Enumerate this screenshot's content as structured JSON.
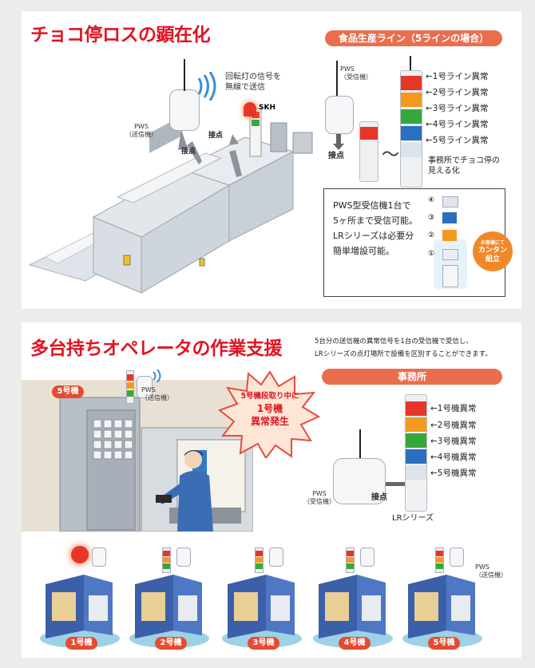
{
  "section1": {
    "title": "チョコ停ロスの顕在化",
    "header_pill": "食品生産ライン（5ラインの場合）",
    "wireless_note_1": "回転灯の信号を",
    "wireless_note_2": "無線で送信",
    "skh_label": "SKH",
    "pws_line1": "PWS",
    "pws_line2": "（送信機）",
    "contact_label": "接点",
    "receiver_pws_line1": "PWS",
    "receiver_pws_line2": "（受信機）",
    "receiver_contact": "接点",
    "tilde": "〜",
    "line_alarms": [
      "←1号ライン異常",
      "←2号ライン異常",
      "←3号ライン異常",
      "←4号ライン異常",
      "←5号ライン異常"
    ],
    "office_note_1": "事務所でチョコ停の",
    "office_note_2": "見える化",
    "info_box": [
      "PWS型受信機1台で",
      "5ヶ所まで受信可能。",
      "LRシリーズは必要分",
      "簡単増設可能。"
    ],
    "module_numbers": [
      "④",
      "③",
      "②",
      "①"
    ],
    "badge_1": "お客様にて",
    "badge_2": "カンタン",
    "badge_3": "組立"
  },
  "section2": {
    "title": "多台持ちオペレータの作業支援",
    "desc_1": "5台分の送信機の異常信号を1台の受信機で受信し、",
    "desc_2": "LRシリーズの点灯場所で設備を区別することができます。",
    "office_pill": "事務所",
    "machine5_tag": "5号機",
    "pws_line1": "PWS",
    "pws_line2": "（送信機）",
    "burst_1": "5号機段取り中に",
    "burst_2": "1号機",
    "burst_3": "異常発生",
    "machine_alarms": [
      "←1号機異常",
      "←2号機異常",
      "←3号機異常",
      "←4号機異常",
      "←5号機異常"
    ],
    "receiver_pws_line1": "PWS",
    "receiver_pws_line2": "（受信機）",
    "contact_label": "接点",
    "lr_series": "LRシリーズ",
    "machines": [
      "1号機",
      "2号機",
      "3号機",
      "4号機",
      "5号機"
    ],
    "right_pws_line1": "PWS",
    "right_pws_line2": "（送信機）"
  },
  "colors": {
    "title_red": "#e11422",
    "pill_orange": "#ea6e4e",
    "tower_red": "#e8352a",
    "tower_orange": "#f39a1e",
    "tower_green": "#35a83b",
    "tower_blue": "#2b6fc0",
    "tower_white": "#e9eef2"
  }
}
